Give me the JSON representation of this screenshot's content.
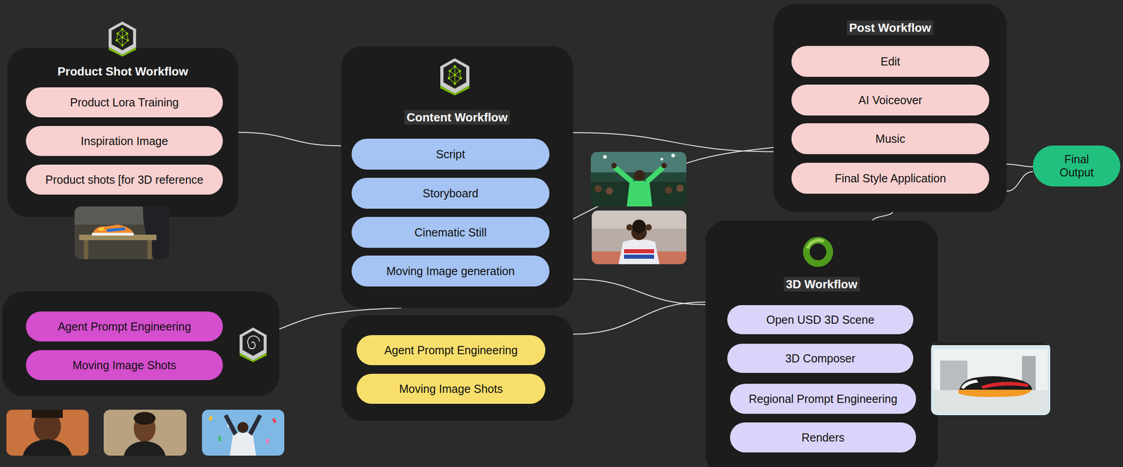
{
  "diagram": {
    "nodes": [
      {
        "text": [
          "Product Shot Workflow"
        ]
      },
      {
        "text": [
          "Product Lora Training"
        ],
        "in": 0
      },
      {
        "text": [
          "Inspiration Image"
        ],
        "in": 0
      },
      {
        "text": [
          "Product shots [for 3D reference"
        ],
        "in": 0
      },
      {
        "text": [
          "Content Workflow"
        ]
      },
      {
        "text": [
          "Script"
        ],
        "in": 4
      },
      {
        "text": [
          "Storyboard"
        ],
        "in": 4
      },
      {
        "text": [
          "Cinematic Still"
        ],
        "in": 4
      },
      {
        "text": [
          "Moving Image generation"
        ],
        "in": 4
      },
      {
        "text": [
          "Post Workflow"
        ]
      },
      {
        "text": [
          "Edit"
        ],
        "in": 9
      },
      {
        "text": [
          "AI Voiceover"
        ],
        "in": 9
      },
      {
        "text": [
          "Music"
        ],
        "in": 9
      },
      {
        "text": [
          "Final Style Application"
        ],
        "in": 9
      },
      {
        "text": [
          "Final Output"
        ]
      },
      {
        "text": []
      },
      {
        "text": [
          "Agent Prompt Engineering"
        ],
        "in": 15
      },
      {
        "text": [
          "Moving Image Shots"
        ],
        "in": 15
      },
      {
        "text": []
      },
      {
        "text": [
          "Agent Prompt Engineering"
        ],
        "in": 18
      },
      {
        "text": [
          "Moving Image Shots"
        ],
        "in": 18
      },
      {
        "text": [
          "3D Workflow"
        ]
      },
      {
        "text": [
          "Open USD 3D Scene"
        ],
        "in": 21
      },
      {
        "text": [
          "3D Composer"
        ],
        "in": 21
      },
      {
        "text": [
          "Regional Prompt Engineering"
        ],
        "in": 21
      },
      {
        "text": [
          "Renders"
        ],
        "in": 21
      }
    ],
    "edges": [
      {
        "from": 0,
        "to": 4,
        "arrow": "none"
      },
      {
        "from": 4,
        "to": 9,
        "arrow": "none"
      },
      {
        "from": 4,
        "to": 9,
        "arrow": "none"
      },
      {
        "from": 4,
        "to": 21,
        "arrow": "none"
      },
      {
        "from": 15,
        "to": 4,
        "arrow": "none"
      },
      {
        "from": 18,
        "to": 21,
        "arrow": "none"
      },
      {
        "from": 21,
        "to": 9,
        "arrow": "none"
      },
      {
        "from": 9,
        "to": 14,
        "arrow": "none"
      },
      {
        "from": 9,
        "to": 14,
        "arrow": "none"
      }
    ]
  }
}
